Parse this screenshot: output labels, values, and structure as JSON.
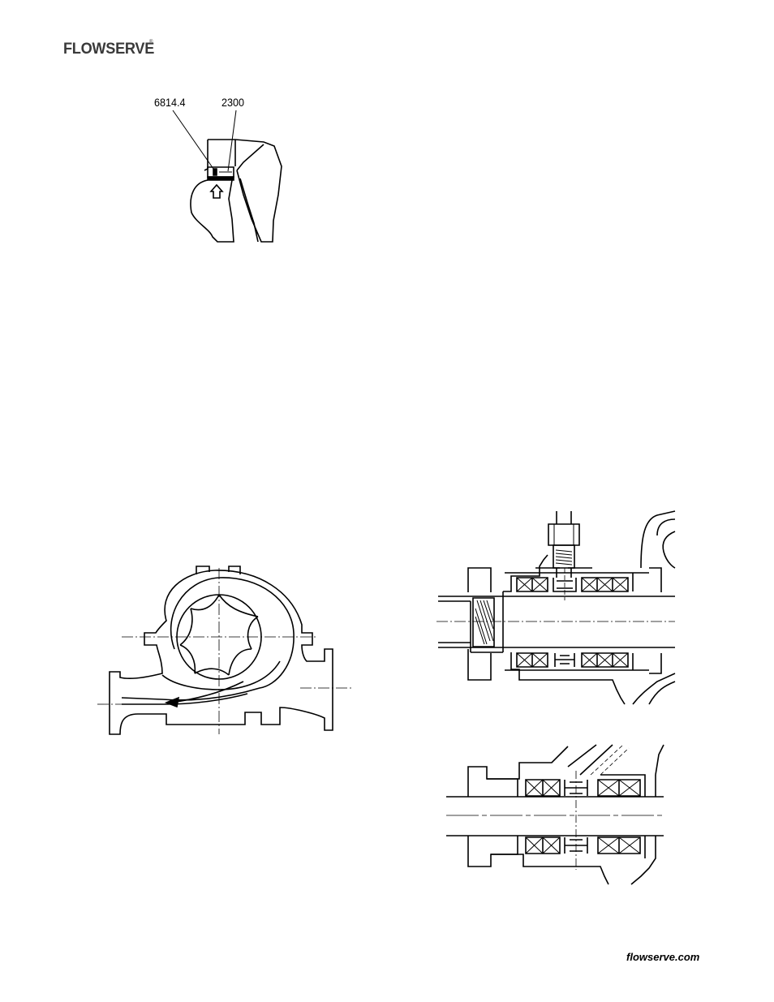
{
  "header": {
    "logo_text": "FLOWSERVE",
    "logo_mark": "®"
  },
  "figure_top": {
    "label_left": "6814.4",
    "label_right": "2300"
  },
  "footer": {
    "website": "flowserve.com"
  },
  "icons": [
    "flowserve-logo",
    "arrow-up-icon",
    "flow-arrow-icon"
  ]
}
